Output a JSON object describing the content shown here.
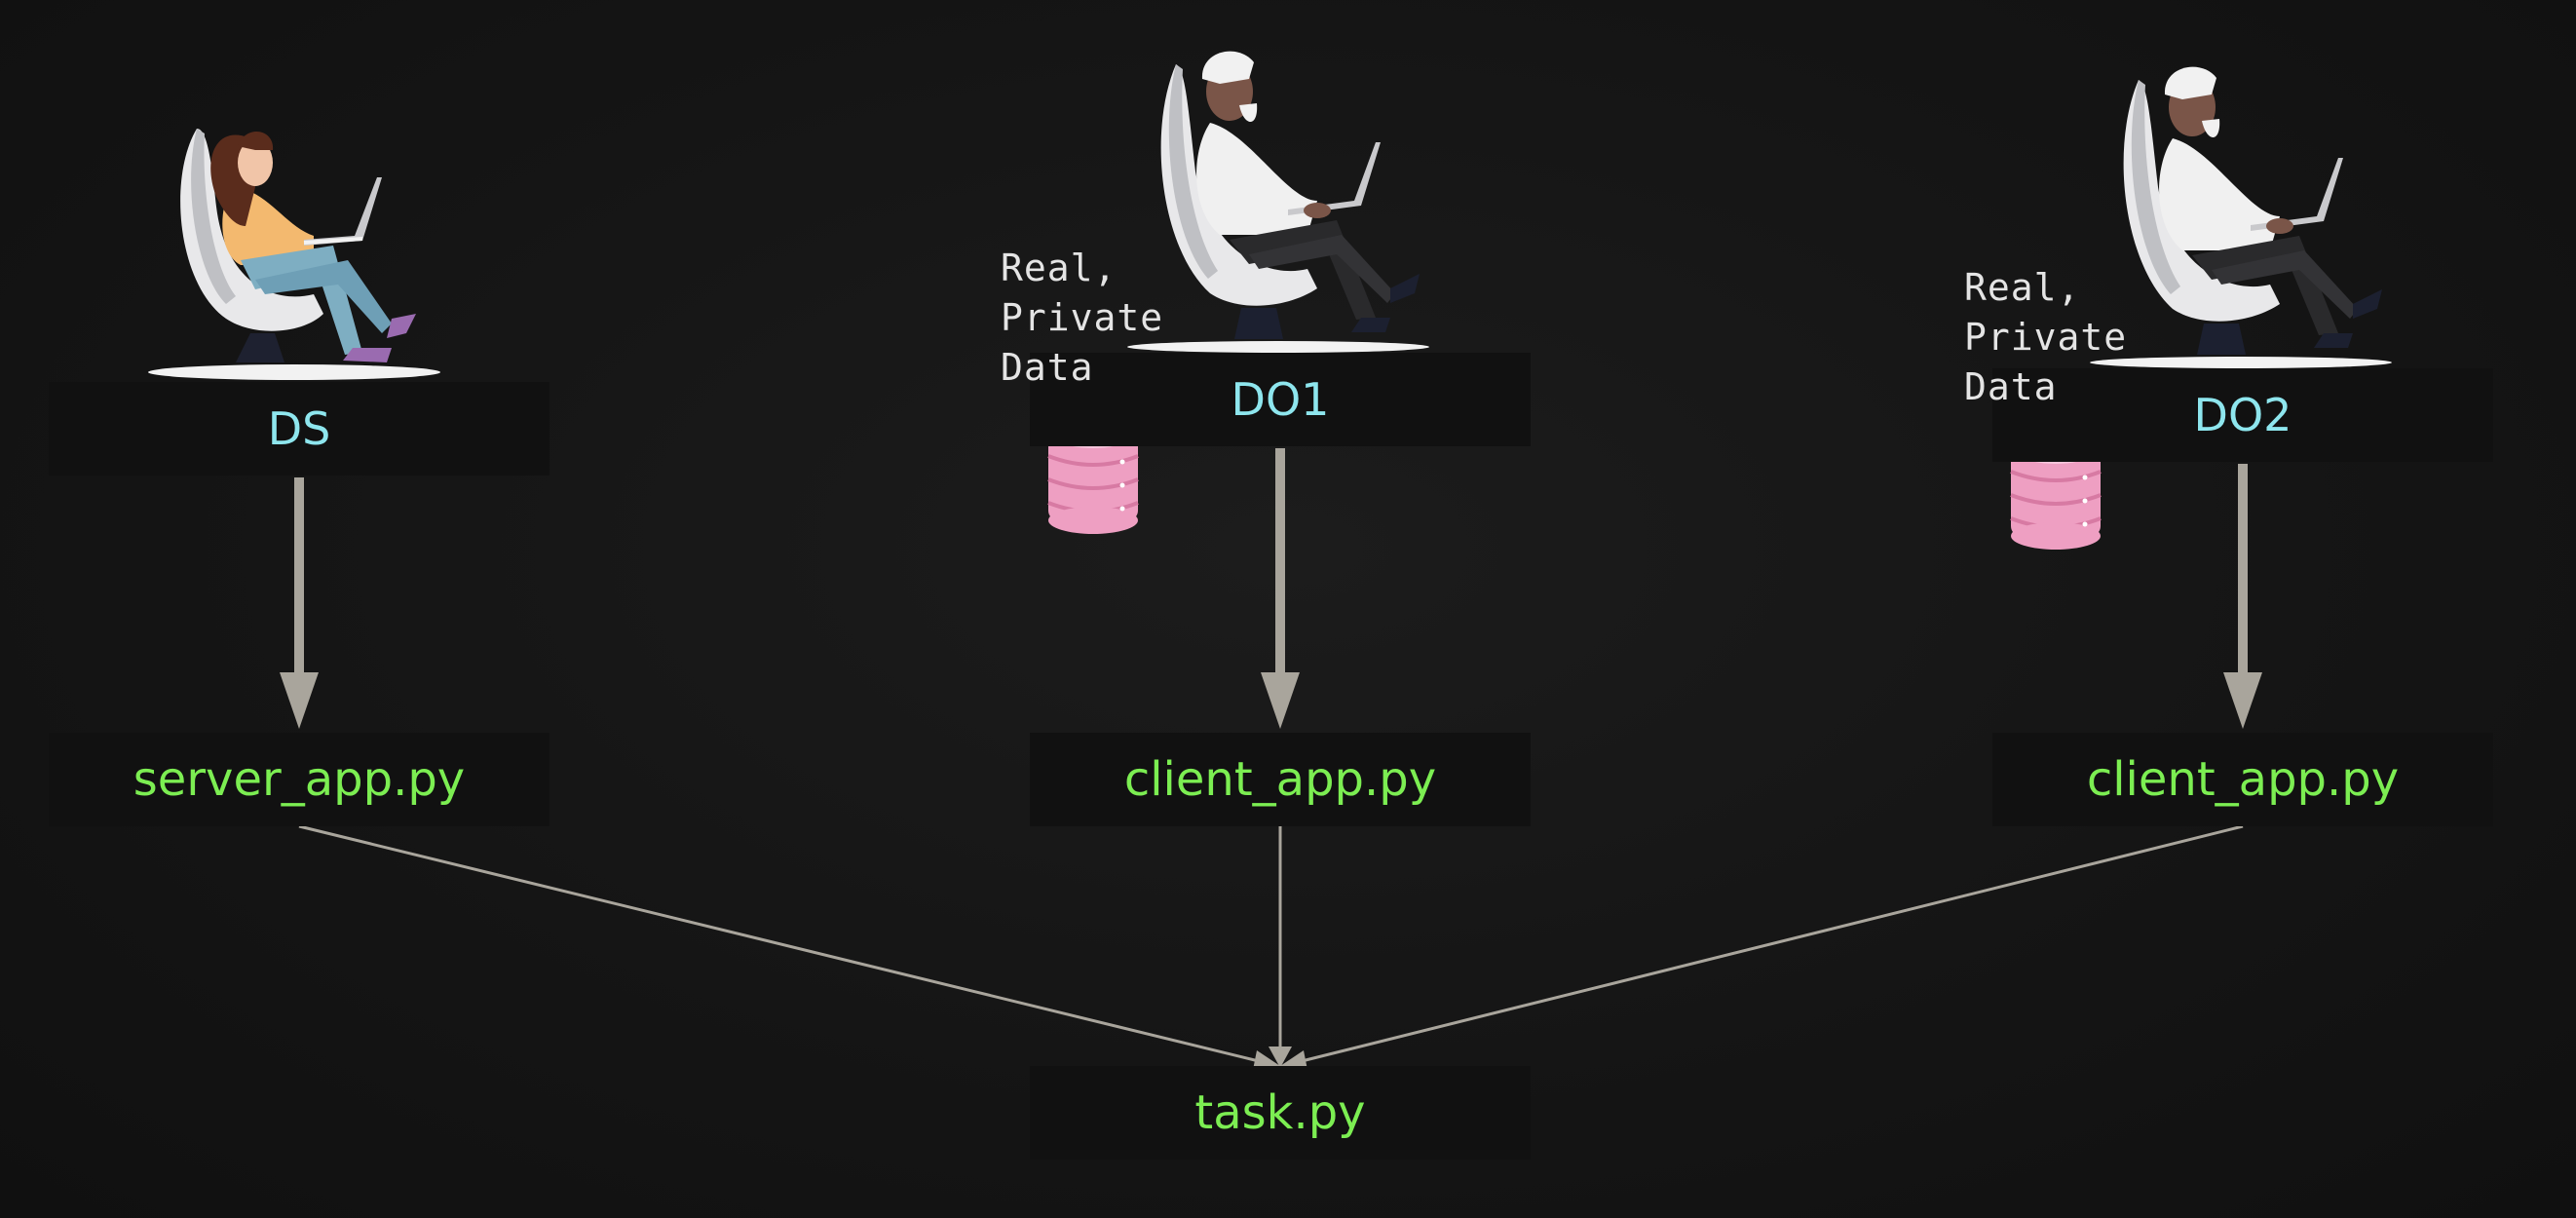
{
  "actors": {
    "ds": {
      "label": "DS"
    },
    "do1": {
      "label": "DO1"
    },
    "do2": {
      "label": "DO2"
    }
  },
  "files": {
    "server_app": "server_app.py",
    "client_app_1": "client_app.py",
    "client_app_2": "client_app.py",
    "task": "task.py"
  },
  "notes": {
    "do1": [
      "Real,",
      "Private",
      "Data"
    ],
    "do2": [
      "Real,",
      "Private",
      "Data"
    ]
  },
  "icons": {
    "person_ds": "woman-with-laptop-icon",
    "person_do": "man-with-laptop-icon",
    "database": "database-icon"
  },
  "colors": {
    "background": "#161616",
    "box": "#111111",
    "role_text": "#8ee6ee",
    "file_text": "#7cee52",
    "note_text": "#e4e4e4",
    "arrow": "#a9a59c",
    "database": "#ee9fc2"
  }
}
